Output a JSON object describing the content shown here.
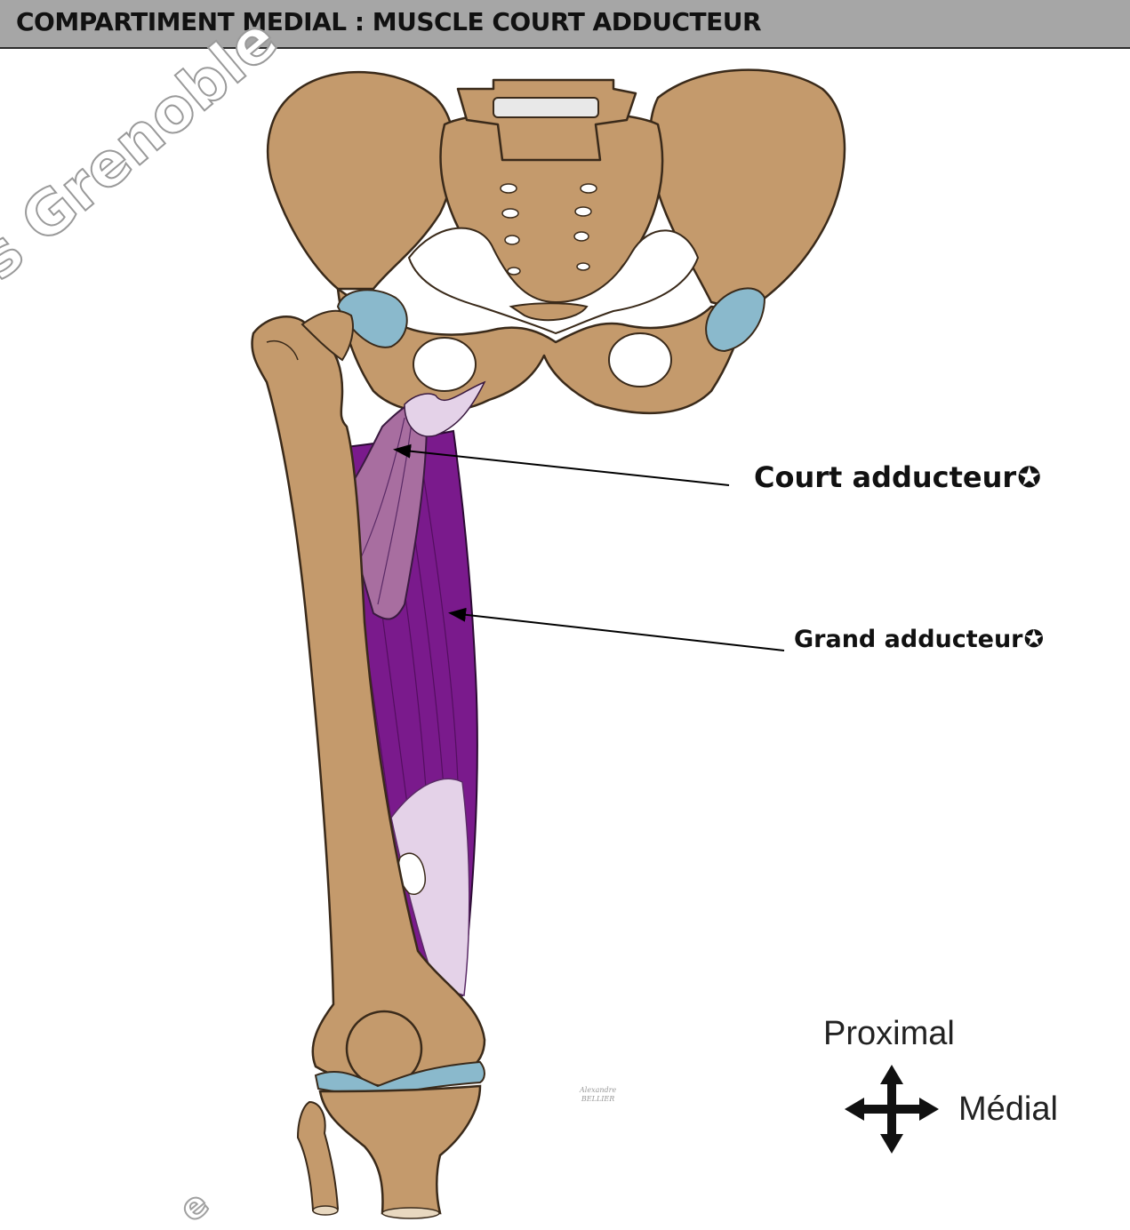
{
  "header": {
    "title": "COMPARTIMENT MEDIAL : MUSCLE COURT ADDUCTEUR"
  },
  "watermark": {
    "text": "s Grenoble",
    "fragment": "e"
  },
  "labels": {
    "court_adducteur": "Court adducteur",
    "grand_adducteur": "Grand adducteur",
    "star_glyph": "✪"
  },
  "orientation": {
    "proximal": "Proximal",
    "medial": "Médial"
  },
  "signature": {
    "line1": "Alexandre",
    "line2": "BELLIER"
  },
  "colors": {
    "bone": "#c49a6c",
    "bone_outline": "#3a2a1a",
    "cartilage": "#8ab9cc",
    "muscle_grand": "#7a1a8c",
    "muscle_court": "#a86ea0",
    "tendon": "#e4d2e8",
    "header_bg": "#a6a6a6"
  }
}
